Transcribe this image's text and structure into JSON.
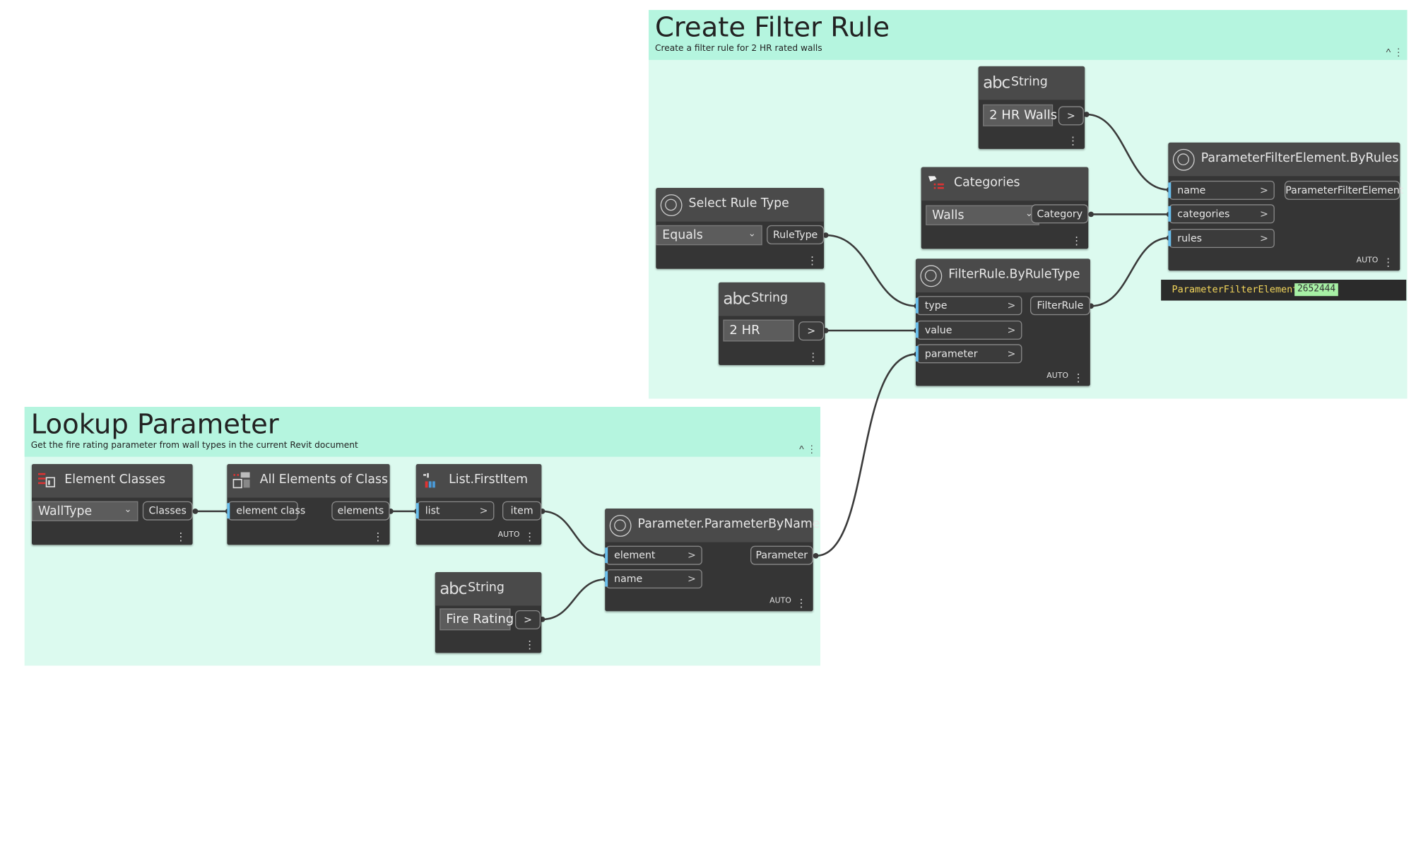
{
  "groups": {
    "create_filter_rule": {
      "title": "Create Filter Rule",
      "description": "Create a filter rule for 2 HR rated walls"
    },
    "lookup_parameter": {
      "title": "Lookup Parameter",
      "description": "Get the fire rating parameter from wall types in the current Revit document"
    }
  },
  "nodes": {
    "string_walls": {
      "title": "String",
      "icon": "abc-string-icon",
      "value": "2 HR Walls",
      "output": ">"
    },
    "categories": {
      "title": "Categories",
      "icon": "categories-icon",
      "selected": "Walls",
      "output": "Category"
    },
    "select_rule_type": {
      "title": "Select Rule Type",
      "icon": "custom-node-icon",
      "selected": "Equals",
      "output": "RuleType"
    },
    "string_2hr": {
      "title": "String",
      "icon": "abc-string-icon",
      "value": "2 HR",
      "output": ">"
    },
    "filter_rule": {
      "title": "FilterRule.ByRuleType",
      "icon": "custom-node-icon",
      "inputs": [
        "type",
        "value",
        "parameter"
      ],
      "output": "FilterRule",
      "lacing": "AUTO"
    },
    "param_filter": {
      "title": "ParameterFilterElement.ByRules",
      "icon": "custom-node-icon",
      "inputs": [
        "name",
        "categories",
        "rules"
      ],
      "output": "ParameterFilterElement",
      "lacing": "AUTO"
    },
    "element_classes": {
      "title": "Element Classes",
      "icon": "element-classes-icon",
      "selected": "WallType",
      "output": "Classes"
    },
    "all_elements": {
      "title": "All Elements of Class",
      "icon": "all-elements-icon",
      "inputs": [
        "element class"
      ],
      "output": "elements"
    },
    "first_item": {
      "title": "List.FirstItem",
      "icon": "list-first-item-icon",
      "inputs": [
        "list"
      ],
      "output": "item",
      "lacing": "AUTO"
    },
    "param_by_name": {
      "title": "Parameter.ParameterByName",
      "icon": "custom-node-icon",
      "inputs": [
        "element",
        "name"
      ],
      "output": "Parameter",
      "lacing": "AUTO"
    },
    "string_fire": {
      "title": "String",
      "icon": "abc-string-icon",
      "value": "Fire Rating",
      "output": ">"
    }
  },
  "preview": {
    "label": "ParameterFilterElement",
    "value": "2652444"
  },
  "chevron": ">",
  "collapse_icon": "^",
  "menu_dots": "⋮"
}
